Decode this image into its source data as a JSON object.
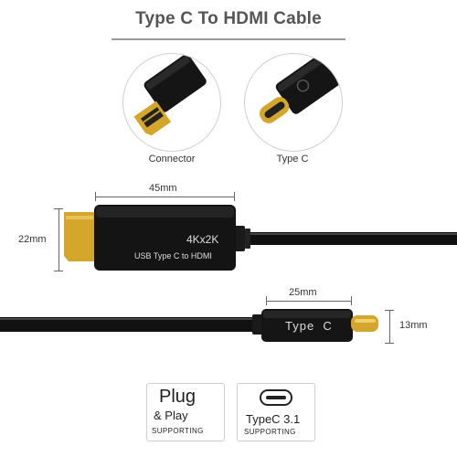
{
  "title": "Type C To HDMI Cable",
  "detail_circles": [
    {
      "caption": "Connector",
      "icon": "hdmi-plug-icon"
    },
    {
      "caption": "Type C",
      "icon": "usb-c-plug-icon"
    }
  ],
  "adapter": {
    "label_main": "4Kx2K",
    "label_sub": "USB Type C to HDMI",
    "width": "45mm",
    "height": "22mm"
  },
  "usb_c_plug": {
    "label": "Type  C",
    "width": "25mm",
    "height": "13mm"
  },
  "badges": [
    {
      "line1": "Plug",
      "line2": "& Play",
      "line3": "SUPPORTING",
      "icon": "plug-and-play-badge"
    },
    {
      "line1": "TypeC 3.1",
      "line2": "SUPPORTING",
      "icon": "usb-c-port-icon"
    }
  ],
  "colors": {
    "gold": "#d4a62c",
    "cable": "#111111",
    "accent_gray": "#9a9a9a"
  }
}
